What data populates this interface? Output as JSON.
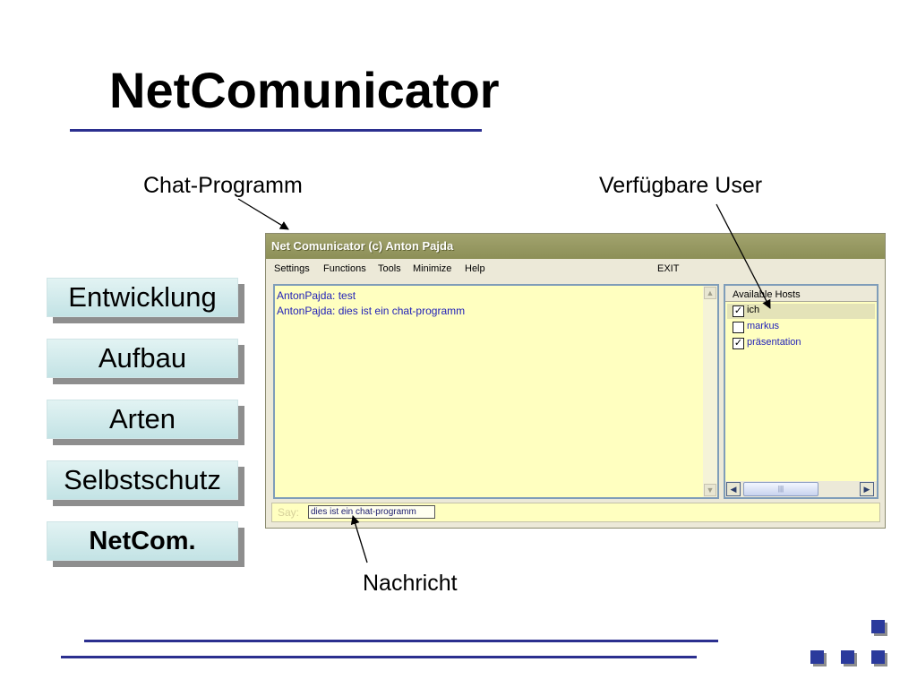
{
  "slide": {
    "title": "NetComunicator",
    "annotations": {
      "chat_program": "Chat-Programm",
      "available_users": "Verfügbare User",
      "message": "Nachricht"
    },
    "nav": [
      {
        "label": "Entwicklung",
        "active": false
      },
      {
        "label": "Aufbau",
        "active": false
      },
      {
        "label": "Arten",
        "active": false
      },
      {
        "label": "Selbstschutz",
        "active": false
      },
      {
        "label": "NetCom.",
        "active": true
      }
    ],
    "colors": {
      "accent": "#2b2f8f",
      "nav_bg": "#c9e6e8",
      "shadow": "#8e8e8e",
      "window_title": "#9c9e66",
      "chat_bg": "#ffffc0",
      "chat_text": "#2323b8"
    }
  },
  "app": {
    "window_title": "Net Comunicator (c) Anton Pajda",
    "menu": [
      "Settings",
      "Functions",
      "Tools",
      "Minimize",
      "Help"
    ],
    "exit_label": "EXIT",
    "chat_lines": [
      "AntonPajda: test",
      "AntonPajda: dies ist ein chat-programm"
    ],
    "hosts_header": "Available Hosts",
    "hosts": [
      {
        "name": "ich",
        "checked": true,
        "selected": true
      },
      {
        "name": "markus",
        "checked": false,
        "selected": false
      },
      {
        "name": "präsentation",
        "checked": true,
        "selected": false
      }
    ],
    "say_label": "Say:",
    "say_value": "dies ist ein chat-programm",
    "icons": {
      "scroll_up": "chevron-up-icon",
      "scroll_down": "chevron-down-icon",
      "scroll_left": "chevron-left-icon",
      "scroll_right": "chevron-right-icon",
      "check": "checkmark-icon"
    }
  }
}
